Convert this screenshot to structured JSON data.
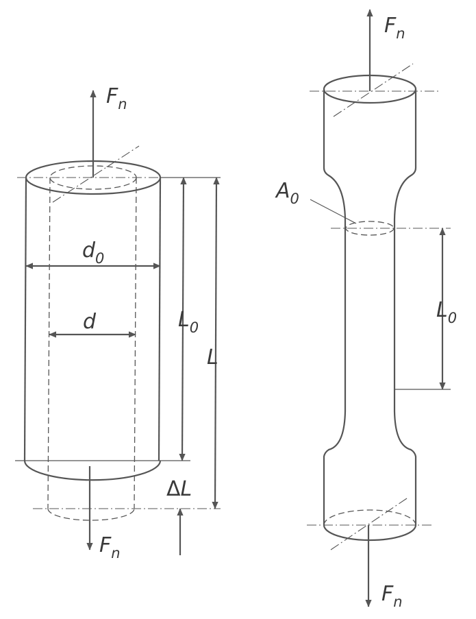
{
  "labels": {
    "left_force_top": {
      "symbol": "F",
      "sub": "n"
    },
    "left_force_bottom": {
      "symbol": "F",
      "sub": "n"
    },
    "outer_diameter": {
      "symbol": "d",
      "sub": "0"
    },
    "inner_diameter": {
      "symbol": "d"
    },
    "left_gauge_length": {
      "symbol": "L",
      "sub": "0"
    },
    "total_length": {
      "symbol": "L"
    },
    "elongation": {
      "delta": "Δ",
      "symbol": "L"
    },
    "right_force_top": {
      "symbol": "F",
      "sub": "n"
    },
    "right_force_bottom": {
      "symbol": "F",
      "sub": "n"
    },
    "area": {
      "symbol": "A",
      "sub": "0"
    },
    "right_gauge_length": {
      "symbol": "L",
      "sub": "0"
    }
  },
  "colors": {
    "line": "#555555",
    "text": "#3a3a3a",
    "background": "#ffffff"
  }
}
